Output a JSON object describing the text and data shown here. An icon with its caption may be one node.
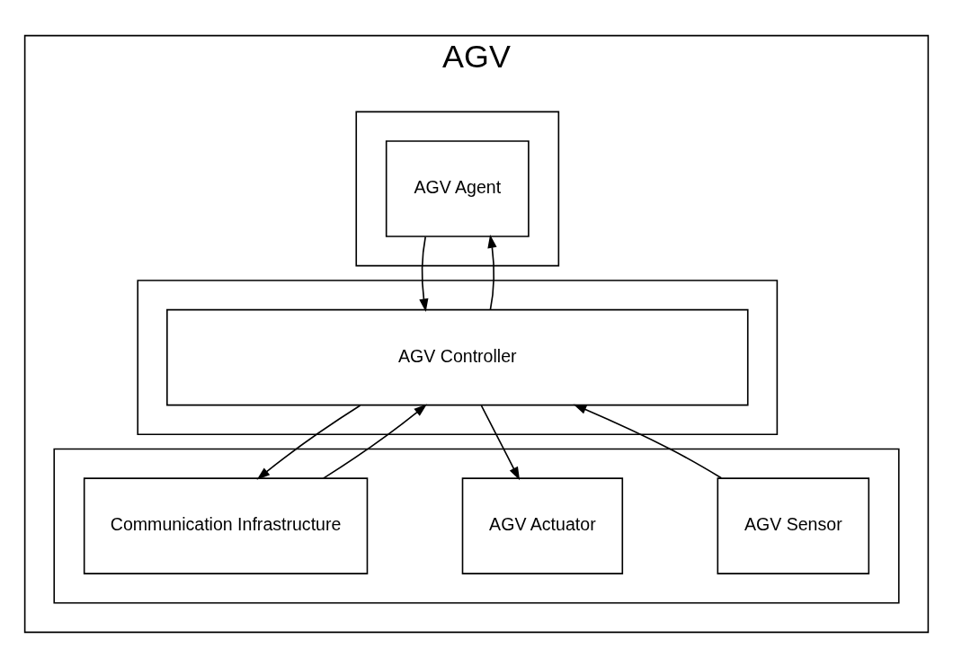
{
  "diagram": {
    "nodes": [
      {
        "text": [
          "AGV"
        ]
      },
      {
        "text": [],
        "shape": "band",
        "in": 0
      },
      {
        "text": [
          "AGV Agent"
        ],
        "in": 1
      },
      {
        "text": [],
        "shape": "band",
        "in": 0
      },
      {
        "text": [
          "AGV Controller"
        ],
        "in": 3
      },
      {
        "text": [],
        "shape": "band",
        "in": 0
      },
      {
        "text": [
          "AGV Sensor"
        ],
        "in": 5
      },
      {
        "text": [
          "AGV Actuator"
        ],
        "in": 5
      },
      {
        "text": [
          "Communication Infrastructure"
        ],
        "in": 5
      }
    ],
    "edges": [
      {
        "from": 2,
        "to": 4,
        "arrow": "to"
      },
      {
        "from": 4,
        "to": 2,
        "arrow": "to"
      },
      {
        "from": 6,
        "to": 4,
        "arrow": "to"
      },
      {
        "from": 4,
        "to": 7,
        "arrow": "to"
      },
      {
        "from": 4,
        "to": 8,
        "arrow": "to"
      },
      {
        "from": 8,
        "to": 4,
        "arrow": "to"
      }
    ]
  }
}
